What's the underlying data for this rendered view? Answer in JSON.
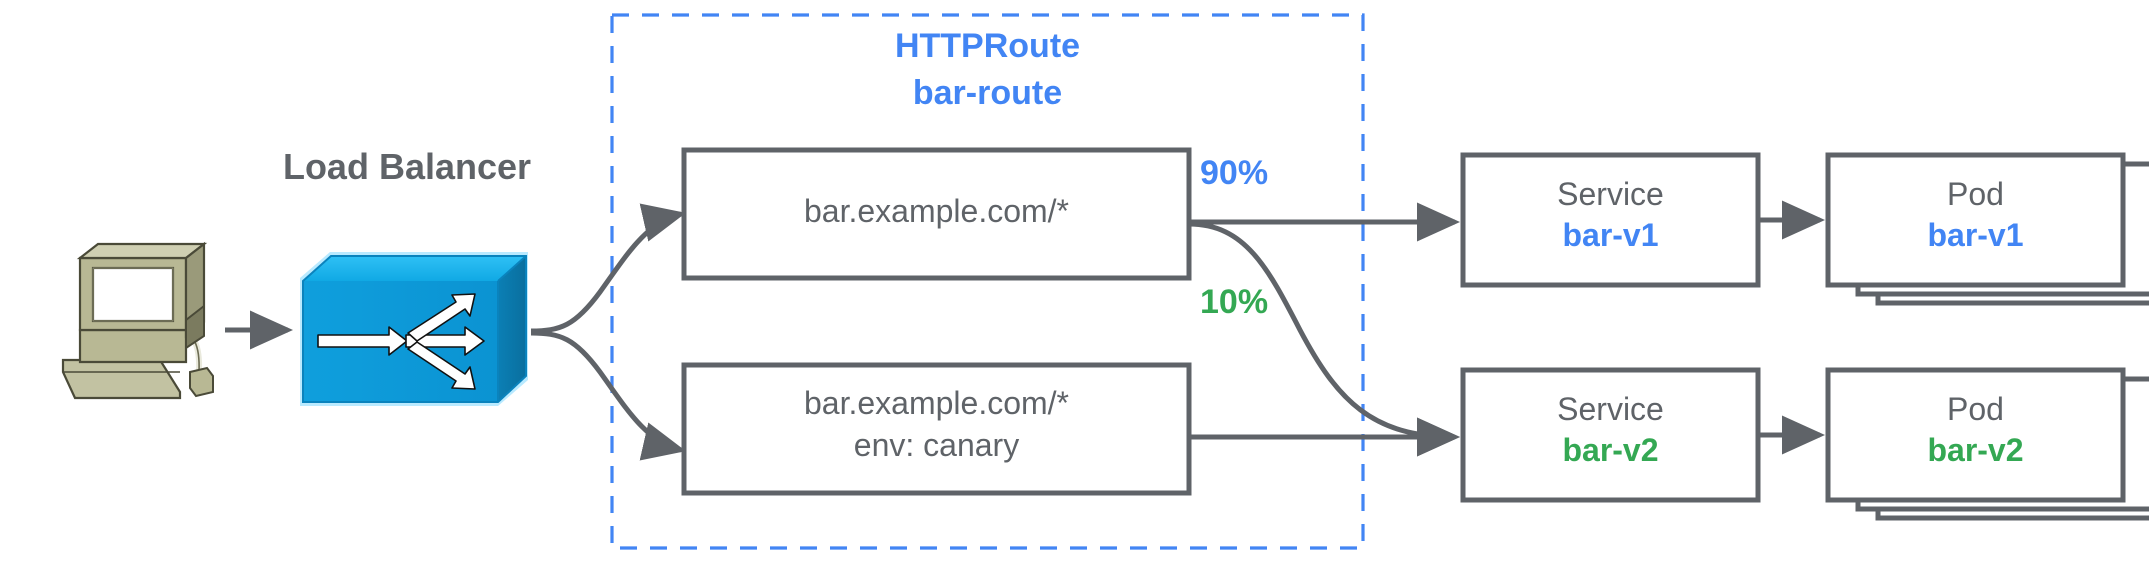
{
  "diagram": {
    "title_unseen": "",
    "colors": {
      "blue": "#4285f4",
      "green": "#34a853",
      "gray": "#5f6368",
      "stroke": "#5f6368",
      "lb_blue": "#0a9ddb",
      "computer_beige": "#b5b58f"
    },
    "client": {
      "icon": "desktop-computer-icon"
    },
    "load_balancer": {
      "label": "Load Balancer",
      "icon": "load-balancer-router-icon"
    },
    "httproute": {
      "kind_label": "HTTPRoute",
      "name_label": "bar-route",
      "rules": [
        {
          "id": "rule-1",
          "lines": [
            "bar.example.com/*"
          ]
        },
        {
          "id": "rule-2",
          "lines": [
            "bar.example.com/*",
            "env: canary"
          ]
        }
      ]
    },
    "weights": [
      {
        "id": "weight-90",
        "label": "90%",
        "color": "#4285f4"
      },
      {
        "id": "weight-10",
        "label": "10%",
        "color": "#34a853"
      }
    ],
    "backends": [
      {
        "id": "v1",
        "service": {
          "kind": "Service",
          "name": "bar-v1",
          "color": "#4285f4"
        },
        "pod": {
          "kind": "Pod",
          "name": "bar-v1",
          "color": "#4285f4",
          "replicas_shown": 3
        }
      },
      {
        "id": "v2",
        "service": {
          "kind": "Service",
          "name": "bar-v2",
          "color": "#34a853"
        },
        "pod": {
          "kind": "Pod",
          "name": "bar-v2",
          "color": "#34a853",
          "replicas_shown": 3
        }
      }
    ]
  }
}
